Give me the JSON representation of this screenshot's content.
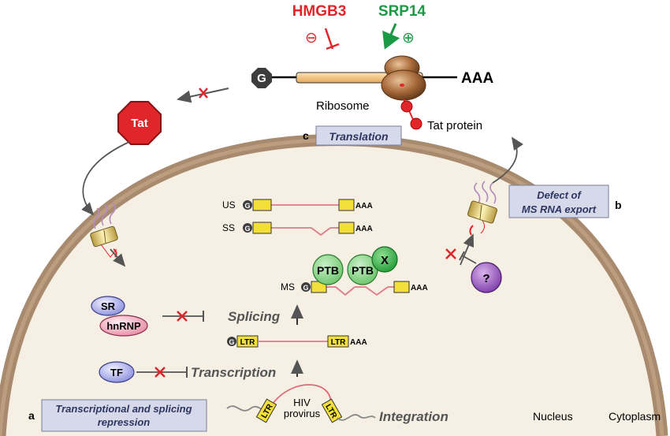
{
  "regulators": {
    "hmgb3": "HMGB3",
    "hmgb3_sign": "⊖",
    "srp14": "SRP14",
    "srp14_sign": "⊕",
    "colors": {
      "hmgb3": "#e0262b",
      "srp14": "#1a9a45"
    }
  },
  "mrna": {
    "cap": "G",
    "polya": "AAA",
    "ribosome_label": "Ribosome",
    "tat_protein_label": "Tat protein"
  },
  "tat_octagon": "Tat",
  "steps": {
    "translation": {
      "letter": "c",
      "label": "Translation"
    },
    "export": {
      "letter": "b",
      "line1": "Defect of",
      "line2": "MS RNA export"
    },
    "repression": {
      "letter": "a",
      "line1": "Transcriptional and splicing",
      "line2": "repression"
    }
  },
  "transcripts": {
    "us": {
      "label": "US",
      "cap": "G",
      "polya": "AAA"
    },
    "ss": {
      "label": "SS",
      "cap": "G",
      "polya": "AAA"
    },
    "ms": {
      "label": "MS",
      "cap": "G",
      "polya": "AAA"
    },
    "genomic": {
      "cap": "G",
      "ltr_left": "LTR",
      "ltr_right": "LTR",
      "polya": "AAA"
    }
  },
  "factors": {
    "ptb1": "PTB",
    "ptb2": "PTB",
    "x": "X",
    "unknown": "?",
    "sr": "SR",
    "hnrnp": "hnRNP",
    "tf": "TF"
  },
  "processes": {
    "splicing": "Splicing",
    "transcription": "Transcription",
    "integration": "Integration"
  },
  "provirus": {
    "line1": "HIV",
    "line2": "provirus",
    "ltr_left": "LTR",
    "ltr_right": "LTR"
  },
  "compartments": {
    "nucleus": "Nucleus",
    "cytoplasm": "Cytoplasm"
  }
}
